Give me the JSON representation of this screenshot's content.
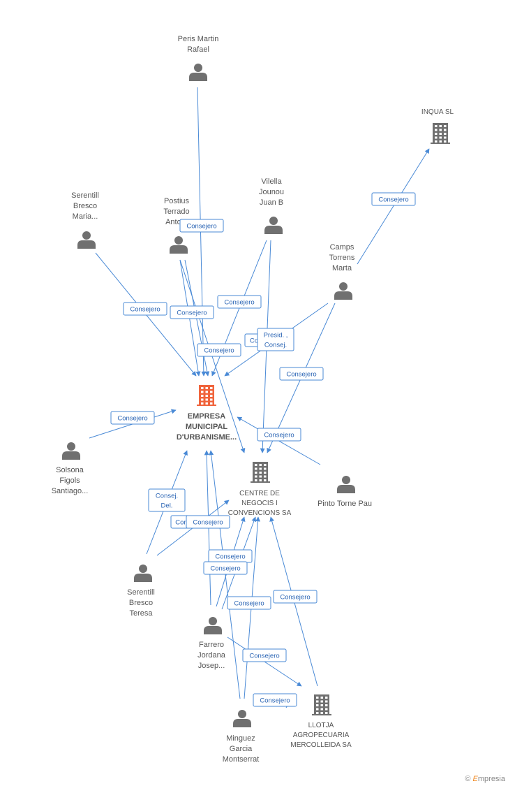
{
  "colors": {
    "edge": "#4a8ad6",
    "person": "#707070",
    "company": "#707070",
    "focus_company": "#f0643c"
  },
  "nodes": [
    {
      "id": "peris",
      "type": "person",
      "label": [
        "Peris Martin",
        "Rafael"
      ]
    },
    {
      "id": "inqua",
      "type": "company",
      "label": [
        "INQUA SL"
      ]
    },
    {
      "id": "serentill_maria",
      "type": "person",
      "label": [
        "Serentill",
        "Bresco",
        "Maria..."
      ]
    },
    {
      "id": "postius",
      "type": "person",
      "label": [
        "Postius",
        "Terrado",
        "Anto..."
      ]
    },
    {
      "id": "vilella",
      "type": "person",
      "label": [
        "Vilella",
        "Jounou",
        "Juan B"
      ]
    },
    {
      "id": "camps",
      "type": "person",
      "label": [
        "Camps",
        "Torrens",
        "Marta"
      ]
    },
    {
      "id": "emu",
      "type": "focus",
      "label": [
        "EMPRESA",
        "MUNICIPAL",
        "D'URBANISME..."
      ]
    },
    {
      "id": "solsona",
      "type": "person",
      "label": [
        "Solsona",
        "Figols",
        "Santiago..."
      ]
    },
    {
      "id": "centre",
      "type": "company",
      "label": [
        "CENTRE DE",
        "NEGOCIS I",
        "CONVENCIONS SA"
      ]
    },
    {
      "id": "pinto",
      "type": "person",
      "label": [
        "Pinto Torne Pau"
      ]
    },
    {
      "id": "serentill_teresa",
      "type": "person",
      "label": [
        "Serentill",
        "Bresco",
        "Teresa"
      ]
    },
    {
      "id": "farrero",
      "type": "person",
      "label": [
        "Farrero",
        "Jordana",
        "Josep..."
      ]
    },
    {
      "id": "llotja",
      "type": "company",
      "label": [
        "LLOTJA",
        "AGROPECUARIA",
        "MERCOLLEIDA SA"
      ]
    },
    {
      "id": "minguez",
      "type": "person",
      "label": [
        "Minguez",
        "Garcia",
        "Montserrat"
      ]
    }
  ],
  "badges": [
    {
      "id": "b1",
      "lines": [
        "Consejero"
      ]
    },
    {
      "id": "b2",
      "lines": [
        "Consejero"
      ]
    },
    {
      "id": "b3",
      "lines": [
        "Consejero"
      ]
    },
    {
      "id": "b4",
      "lines": [
        "Consejero"
      ]
    },
    {
      "id": "b5",
      "lines": [
        "Consejero"
      ]
    },
    {
      "id": "b6",
      "lines": [
        "Co"
      ]
    },
    {
      "id": "b7",
      "lines": [
        "Presid. ,",
        "Consej."
      ]
    },
    {
      "id": "b8",
      "lines": [
        "Consejero"
      ]
    },
    {
      "id": "b9",
      "lines": [
        "Consejero"
      ]
    },
    {
      "id": "b10",
      "lines": [
        "Consejero"
      ]
    },
    {
      "id": "b11",
      "lines": [
        "Consejero"
      ]
    },
    {
      "id": "b12",
      "lines": [
        "Consej.",
        "Del."
      ]
    },
    {
      "id": "b13",
      "lines": [
        "Con"
      ]
    },
    {
      "id": "b14",
      "lines": [
        "Consejero"
      ]
    },
    {
      "id": "b15",
      "lines": [
        "Consejero"
      ]
    },
    {
      "id": "b16",
      "lines": [
        "Consejero"
      ]
    },
    {
      "id": "b17",
      "lines": [
        "Consejero"
      ]
    },
    {
      "id": "b18",
      "lines": [
        "Consejero"
      ]
    },
    {
      "id": "b19",
      "lines": [
        "Consejero"
      ]
    },
    {
      "id": "b20",
      "lines": [
        "Consejero"
      ]
    }
  ],
  "footer": {
    "copyright": "©",
    "brand_initial": "E",
    "brand_rest": "mpresia"
  }
}
